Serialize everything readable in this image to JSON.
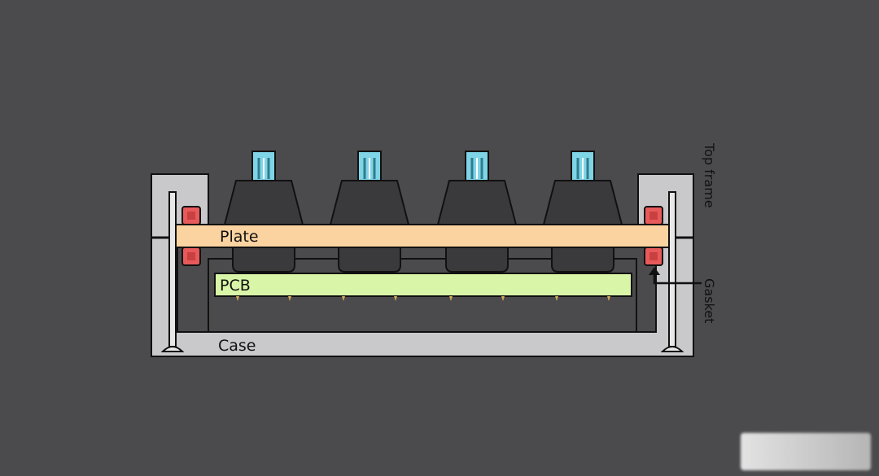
{
  "diagram": {
    "labels": {
      "plate": "Plate",
      "pcb": "PCB",
      "case": "Case",
      "top_frame": "Top frame",
      "gasket": "Gasket"
    },
    "switch_count": 4,
    "colors": {
      "background": "#4b4b4d",
      "frame_fill": "#c9c9cb",
      "plate_fill": "#fbd3a1",
      "pcb_fill": "#d9f6a8",
      "switch_body": "#3a3a3c",
      "stem_fill": "#7fd4e6",
      "gasket_fill": "#e85a5a",
      "outline": "#111111"
    }
  }
}
